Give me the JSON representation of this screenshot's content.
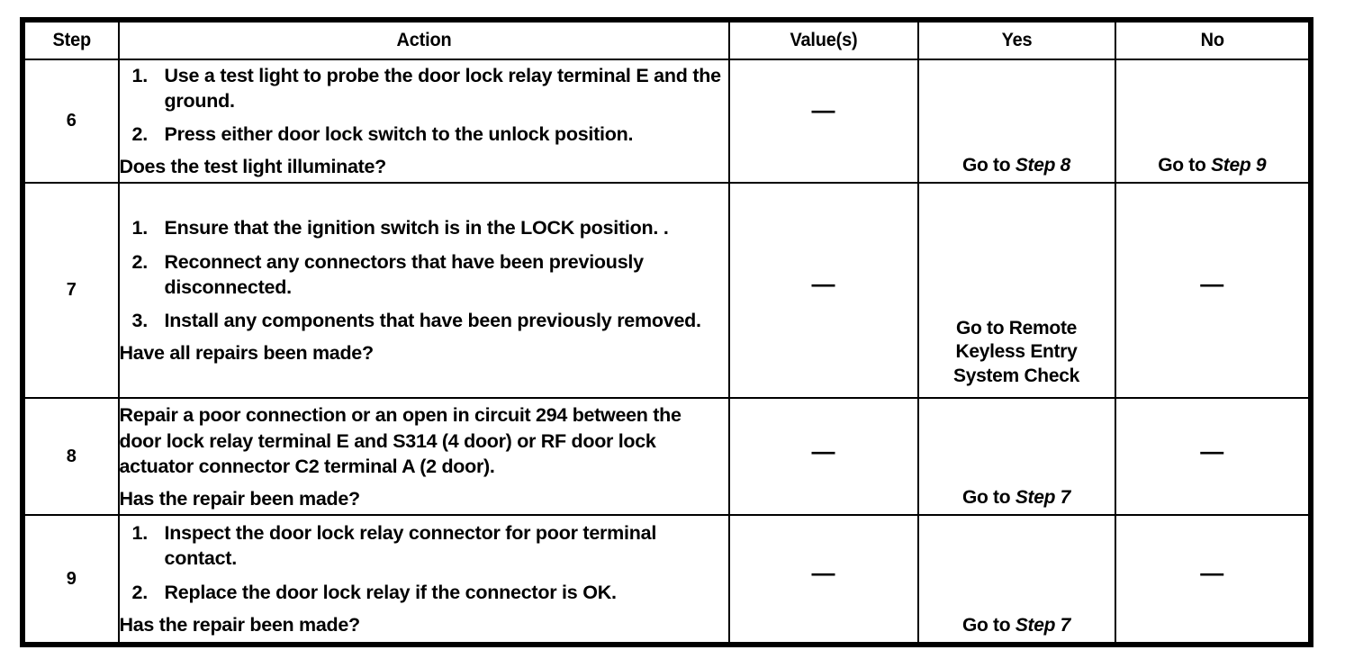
{
  "table": {
    "headers": {
      "step": "Step",
      "action": "Action",
      "value": "Value(s)",
      "yes": "Yes",
      "no": "No"
    },
    "dash": "—",
    "goto_prefix": "Go to ",
    "rows": [
      {
        "step": "6",
        "action_items": [
          {
            "num": "1.",
            "text": "Use a test light to probe the door lock relay terminal E and the ground."
          },
          {
            "num": "2.",
            "text": "Press either door lock switch to the unlock position."
          }
        ],
        "action_lead": "",
        "question": "Does the test light illuminate?",
        "value": "—",
        "yes": {
          "prefix": "Go to ",
          "target": "Step 8",
          "italic": true
        },
        "no": {
          "prefix": "Go to ",
          "target": "Step 9",
          "italic": true
        }
      },
      {
        "step": "7",
        "action_items": [
          {
            "num": "1.",
            "text": "Ensure that the ignition switch is in the LOCK position. ."
          },
          {
            "num": "2.",
            "text": "Reconnect any connectors that have been previously disconnected."
          },
          {
            "num": "3.",
            "text": "Install any components that have been previously removed."
          }
        ],
        "action_lead": "",
        "question": "Have all repairs been made?",
        "value": "—",
        "yes": {
          "lines": [
            "Go to Remote",
            "Keyless Entry",
            "System Check"
          ],
          "italic": false
        },
        "no": {
          "dash": "—"
        }
      },
      {
        "step": "8",
        "action_items": [],
        "action_lead": "Repair a poor connection or an open in circuit 294 between the door lock relay terminal E and S314 (4 door) or RF door lock actuator connector C2 terminal A (2 door).",
        "question": "Has the repair been made?",
        "value": "—",
        "yes": {
          "prefix": "Go to ",
          "target": "Step 7",
          "italic": true
        },
        "no": {
          "dash": "—"
        }
      },
      {
        "step": "9",
        "action_items": [
          {
            "num": "1.",
            "text": "Inspect the door lock relay connector for poor terminal contact."
          },
          {
            "num": "2.",
            "text": "Replace the door lock relay if the connector is OK."
          }
        ],
        "action_lead": "",
        "question": "Has the repair been made?",
        "value": "—",
        "yes": {
          "prefix": "Go to ",
          "target": "Step 7",
          "italic": true
        },
        "no": {
          "dash": "—"
        }
      }
    ]
  }
}
